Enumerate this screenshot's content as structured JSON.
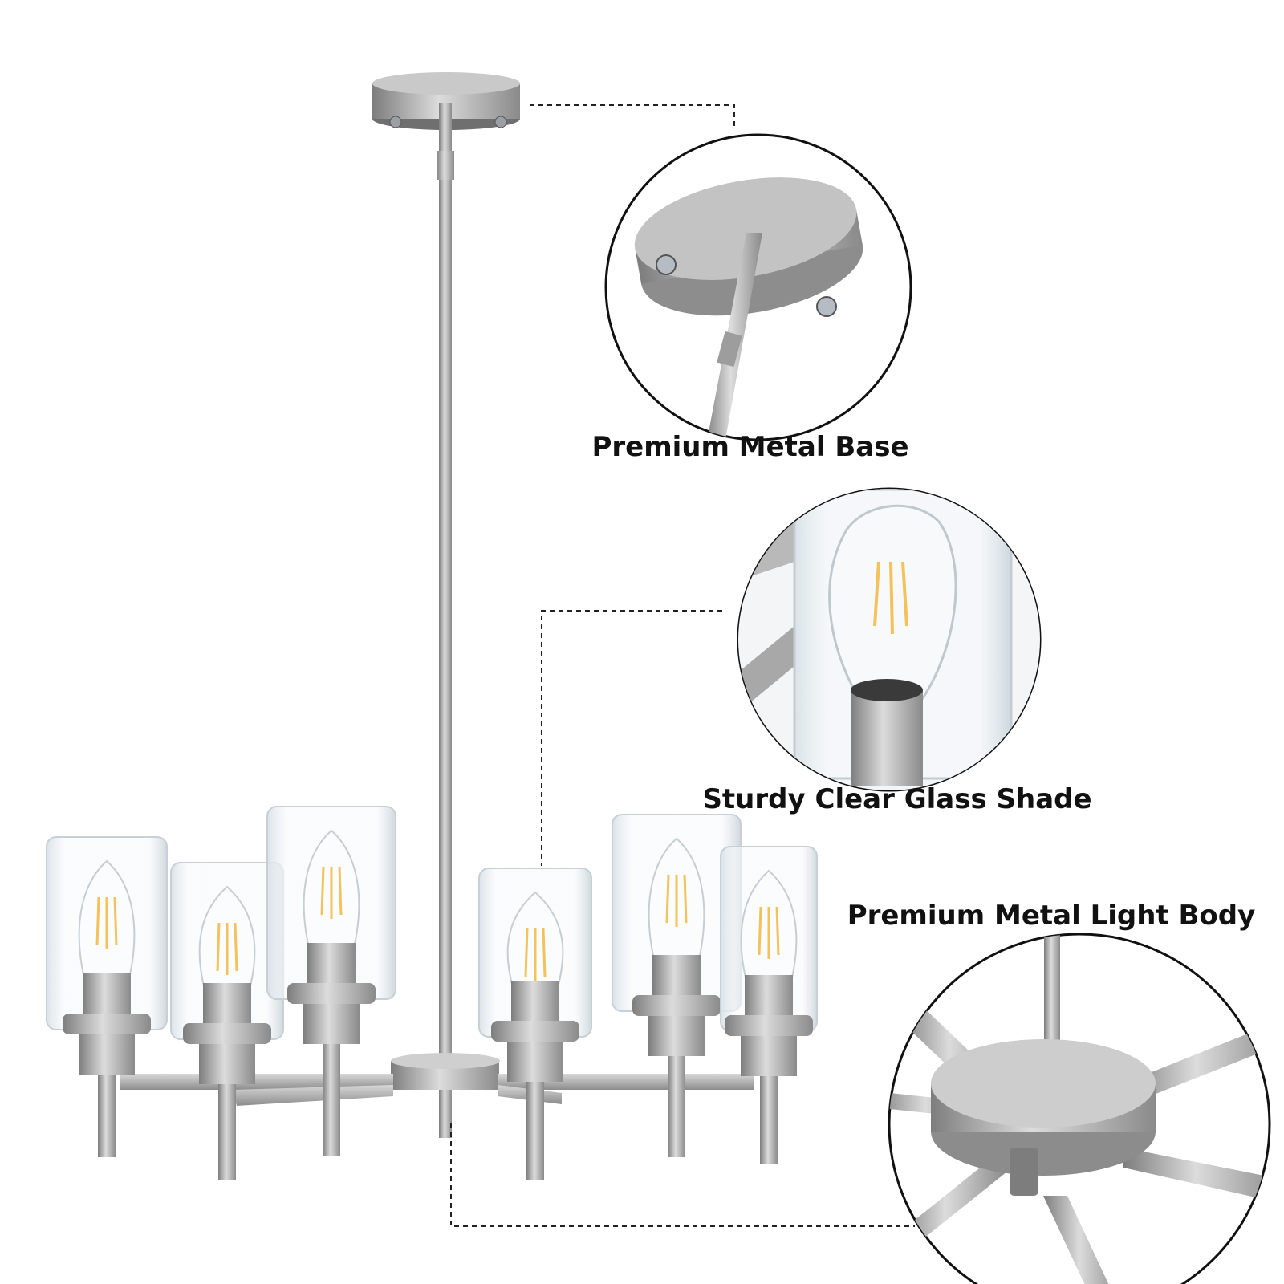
{
  "callouts": [
    {
      "caption": "Premium Metal Base",
      "detail": "ceiling-canopy"
    },
    {
      "caption": "Sturdy Clear Glass Shade",
      "detail": "glass-shade-with-bulb"
    },
    {
      "caption": "Premium Metal Light Body",
      "detail": "center-hub-with-arms"
    }
  ],
  "product": {
    "type": "6-light chandelier",
    "finish_color": "#a9a9a9",
    "glass_color": "#eef3f6",
    "filament_color": "#f3c25a",
    "light_count": 6
  },
  "icons": [
    "dashed-leader-line",
    "detail-circle"
  ]
}
